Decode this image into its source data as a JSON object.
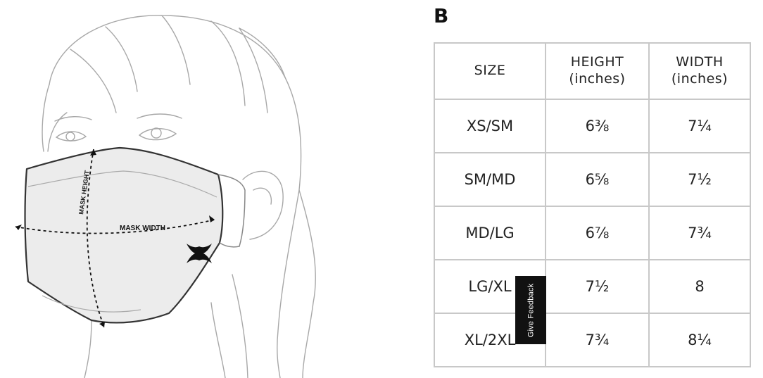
{
  "figure": {
    "panel_letter": "B",
    "mask_labels": {
      "width": "MASK WIDTH",
      "height": "MASK HEIGHT"
    },
    "logo": "under-armour-logo-icon"
  },
  "size_table": {
    "headers": [
      {
        "line1": "SIZE",
        "line2": ""
      },
      {
        "line1": "HEIGHT",
        "line2": "(inches)"
      },
      {
        "line1": "WIDTH",
        "line2": "(inches)"
      }
    ],
    "rows": [
      [
        "XS/SM",
        "6⅜",
        "7¼"
      ],
      [
        "SM/MD",
        "6⅝",
        "7½"
      ],
      [
        "MD/LG",
        "6⅞",
        "7¾"
      ],
      [
        "LG/XL",
        "7½",
        "8"
      ],
      [
        "XL/2XL",
        "7¾",
        "8¼"
      ]
    ]
  },
  "feedback_tab": {
    "label": "Give Feedback"
  },
  "colors": {
    "line": "#c8c8c8",
    "sketch": "#9a9a9a",
    "mask_fill": "#ececec",
    "tab_bg": "#111111"
  }
}
